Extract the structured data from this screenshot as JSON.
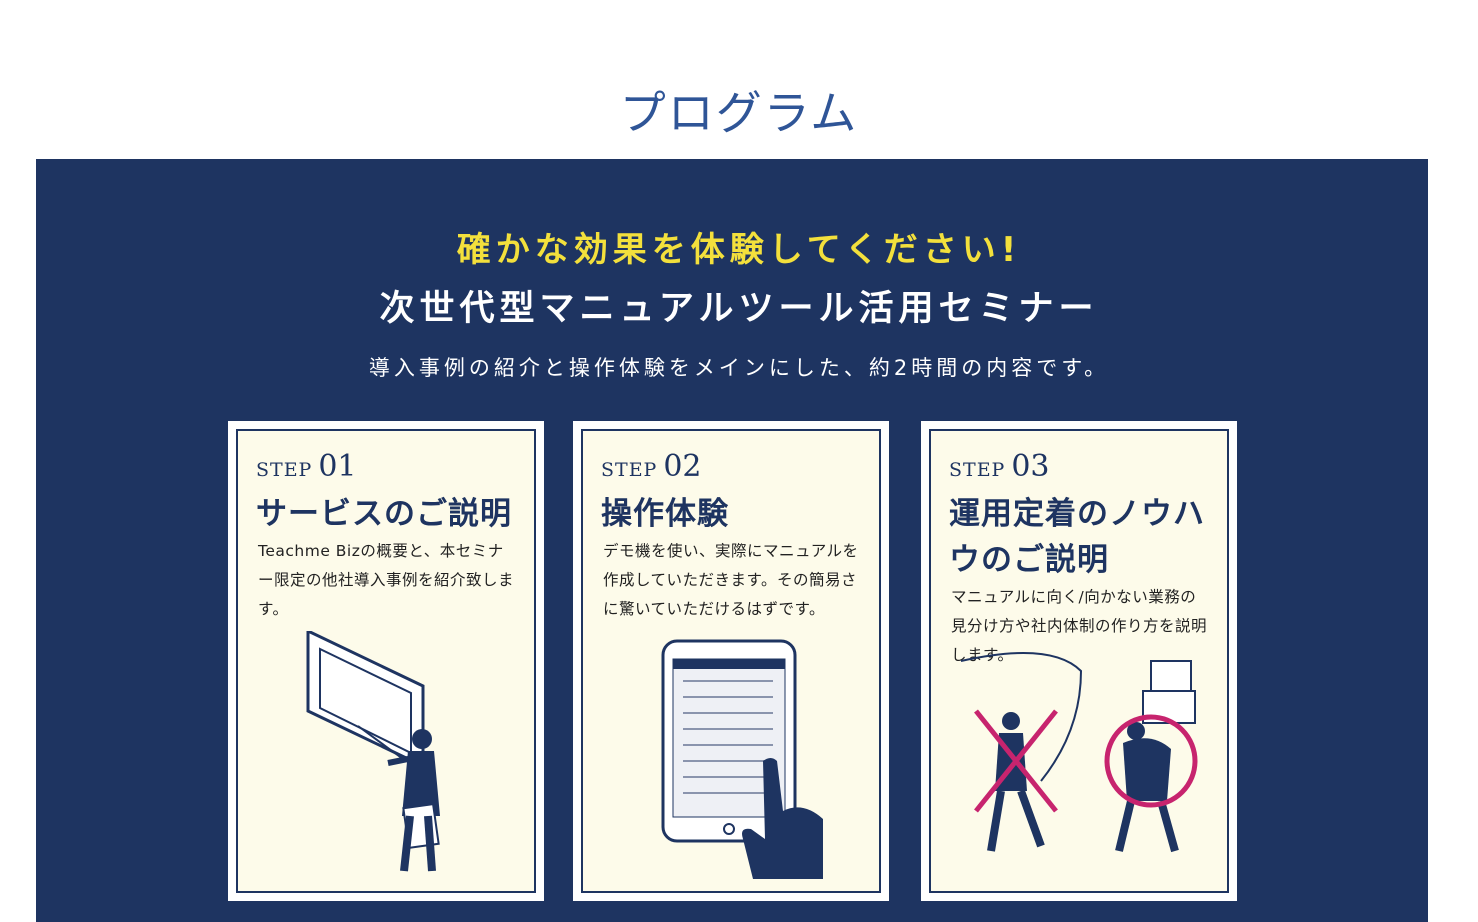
{
  "page": {
    "title": "プログラム"
  },
  "banner": {
    "catch": "確かな効果を体験してください!",
    "headline": "次世代型マニュアルツール活用セミナー",
    "lead": "導入事例の紹介と操作体験をメインにした、約2時間の内容です。"
  },
  "steps": [
    {
      "label": "STEP",
      "num": "01",
      "title": "サービスのご説明",
      "desc": "Teachme Bizの概要と、本セミナー限定の他社導入事例を紹介致します。",
      "illustration": "presenter-illustration"
    },
    {
      "label": "STEP",
      "num": "02",
      "title": "操作体験",
      "desc": "デモ機を使い、実際にマニュアルを作成していただきます。その簡易さに驚いていただけるはずです。",
      "illustration": "tablet-illustration"
    },
    {
      "label": "STEP",
      "num": "03",
      "title": "運用定着のノウハウのご説明",
      "desc": "マニュアルに向く/向かない業務の見分け方や社内体制の作り方を説明します。",
      "illustration": "suitable-unsuitable-illustration"
    }
  ],
  "colors": {
    "navy": "#1e3461",
    "title_blue": "#2f5597",
    "catch_yellow": "#f3e03c",
    "card_bg": "#fdfbea",
    "mark_pink": "#c7246e"
  }
}
